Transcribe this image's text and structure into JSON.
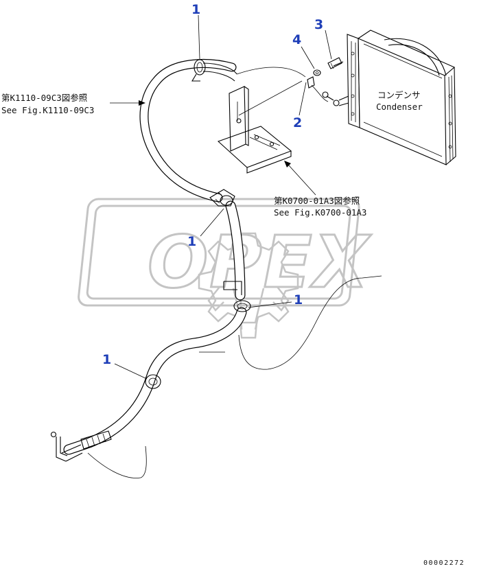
{
  "callouts": {
    "c1_top": "1",
    "c1_mid": "1",
    "c1_lower_right": "1",
    "c1_lower_left": "1",
    "c2": "2",
    "c3": "3",
    "c4": "4"
  },
  "refs": {
    "k1110_jp": "第K1110-09C3図参照",
    "k1110_en": "See Fig.K1110-09C3",
    "k0700_jp": "第K0700-01A3図参照",
    "k0700_en": "See Fig.K0700-01A3"
  },
  "condenser": {
    "label_jp": "コンデンサ",
    "label_en": "Condenser"
  },
  "watermark": "OPEX",
  "footer_code": "00002272",
  "colors": {
    "callout": "#1f3fb8",
    "watermark": "#c4c4c4",
    "line": "#000000"
  }
}
